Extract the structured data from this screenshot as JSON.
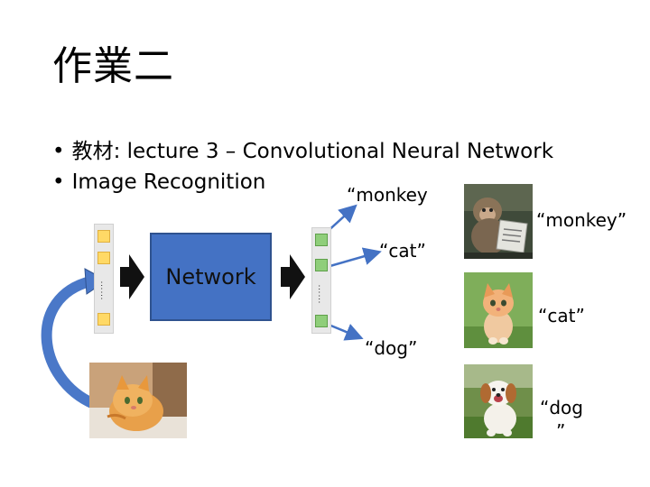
{
  "slide": {
    "title": "作業二",
    "bullets": [
      {
        "dot": "•",
        "text": "教材: lecture 3 – Convolutional Neural Network"
      },
      {
        "dot": "•",
        "text": "Image Recognition"
      }
    ]
  },
  "diagram": {
    "network_label": "Network",
    "input_dots": "……",
    "output_dots": "……",
    "output_labels": {
      "monkey": "“monkey",
      "cat": "“cat”",
      "dog": "“dog”"
    }
  },
  "image_labels": {
    "monkey": "“monkey”",
    "cat": "“cat”",
    "dog_line1": "“dog",
    "dog_line2": "”"
  },
  "images": {
    "input": "kitten-lying-photo",
    "monkey": "monkey-reading-newspaper-photo",
    "cat": "kitten-photo",
    "dog": "puppy-photo"
  },
  "colors": {
    "network_fill": "#4472c4",
    "arrow_blue": "#4472c4",
    "input_cell": "#ffd966",
    "output_cell": "#8fce7a"
  }
}
